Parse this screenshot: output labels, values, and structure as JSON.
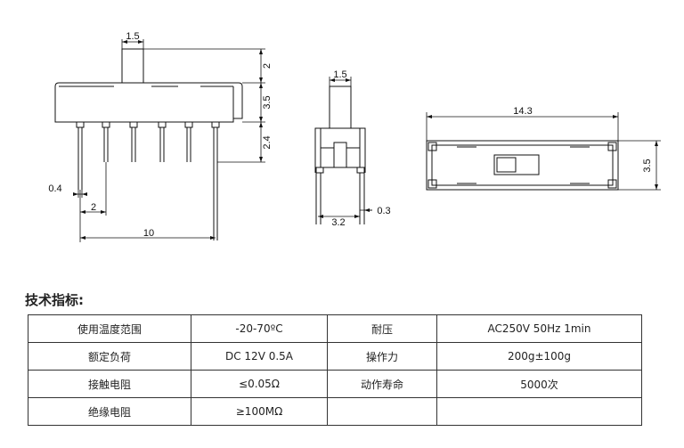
{
  "drawing": {
    "side_view": {
      "dim_actuator_width": "1.5",
      "dim_actuator_height": "2",
      "dim_body_height": "3.5",
      "dim_pin_length": "2.4",
      "dim_pin_width": "0.4",
      "dim_pin_pitch": "2",
      "dim_total_pitch": "10"
    },
    "end_view": {
      "dim_actuator_width": "1.5",
      "dim_pin_spacing": "3.2",
      "dim_pin_thickness": "0.3"
    },
    "top_view": {
      "dim_length": "14.3",
      "dim_width": "3.5"
    }
  },
  "specs": {
    "title": "技术指标:",
    "rows": [
      [
        {
          "label": "使用温度范围",
          "value": "-20-70ºC"
        },
        {
          "label": "耐压",
          "value": "AC250V 50Hz 1min"
        }
      ],
      [
        {
          "label": "额定负荷",
          "value": "DC 12V 0.5A"
        },
        {
          "label": "操作力",
          "value": "200g±100g"
        }
      ],
      [
        {
          "label": "接触电阻",
          "value": "≤0.05Ω"
        },
        {
          "label": "动作寿命",
          "value": "5000次"
        }
      ],
      [
        {
          "label": "绝缘电阻",
          "value": "≥100MΩ"
        },
        {
          "label": "",
          "value": ""
        }
      ]
    ]
  }
}
